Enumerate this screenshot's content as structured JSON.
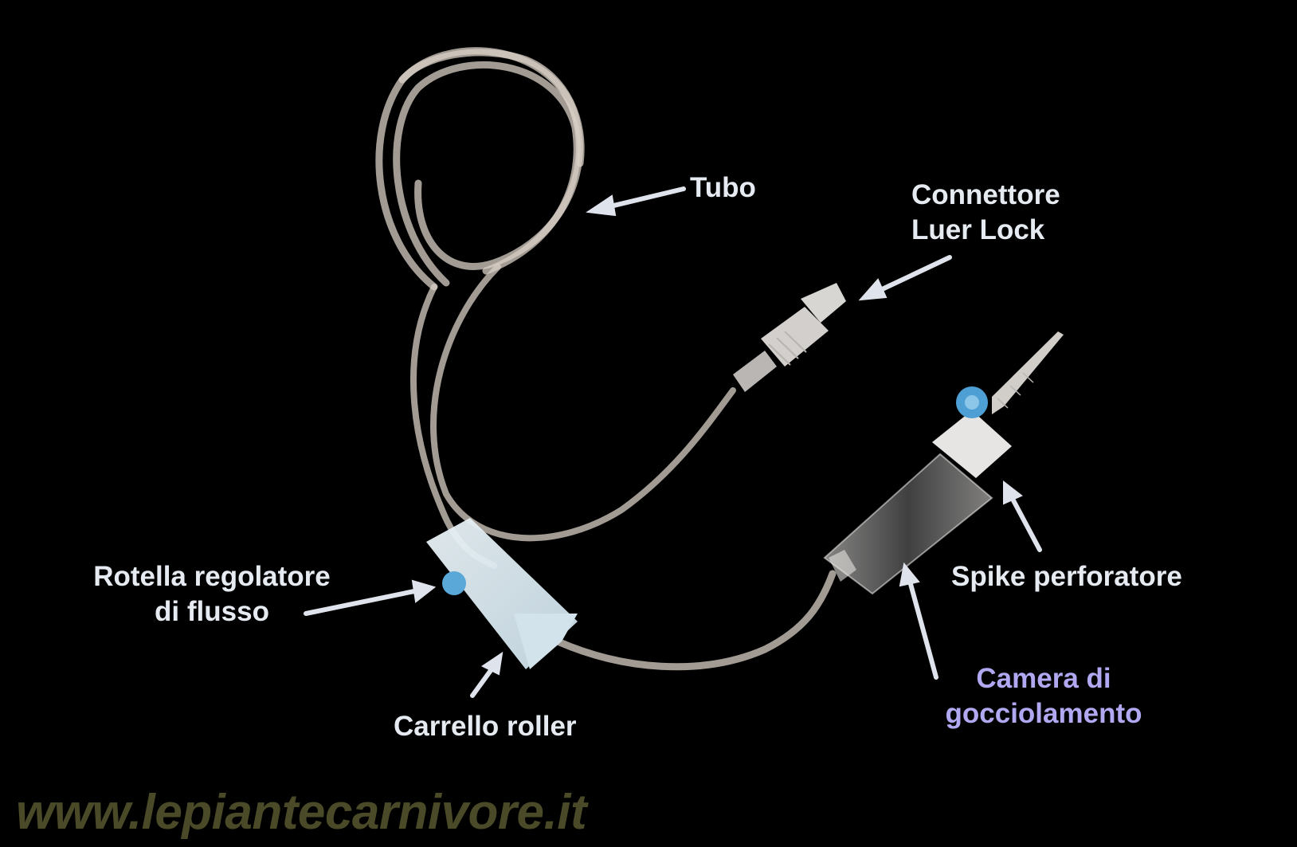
{
  "labels": {
    "tubo": "Tubo",
    "connettore_line1": "Connettore",
    "connettore_line2": "Luer Lock",
    "rotella_line1": "Rotella regolatore",
    "rotella_line2": "di flusso",
    "spike": "Spike perforatore",
    "camera_line1": "Camera di",
    "camera_line2": "gocciolamento",
    "carrello": "Carrello roller"
  },
  "watermark": "www.lepiantecarnivore.it",
  "colors": {
    "background": "#000000",
    "label_text": "#e6ebf2",
    "camera_label_text": "#b0a8f0",
    "arrow": "#dfe4ec",
    "watermark": "#4a4a28",
    "tubing": "#d8cfc6",
    "accent_blue": "#5aa8d8"
  }
}
